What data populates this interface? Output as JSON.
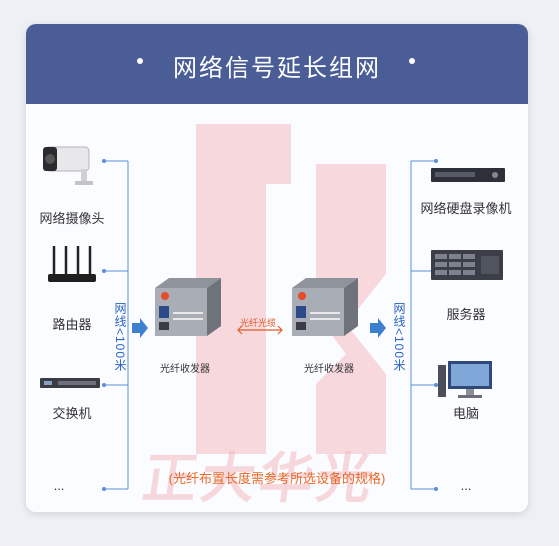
{
  "header": {
    "title": "网络信号延长组网"
  },
  "left_devices": [
    {
      "label": "网络摄像头",
      "icon": "ip-camera-icon"
    },
    {
      "label": "路由器",
      "icon": "router-icon"
    },
    {
      "label": "交换机",
      "icon": "switch-icon"
    },
    {
      "label": "...",
      "icon": ""
    }
  ],
  "right_devices": [
    {
      "label": "网络硬盘录像机",
      "icon": "nvr-icon"
    },
    {
      "label": "服务器",
      "icon": "server-icon"
    },
    {
      "label": "电脑",
      "icon": "computer-icon"
    },
    {
      "label": "...",
      "icon": ""
    }
  ],
  "left_cable_text": "网线<100米",
  "right_cable_text": "网线<100米",
  "transceiver_label_left": "光纤收发器",
  "transceiver_label_right": "光纤收发器",
  "fiber_label": "光纤光缆",
  "note": "(光纤布置长度需参考所选设备的规格)",
  "watermark": "正大华光",
  "colors": {
    "header": "#4b5d96",
    "accent": "#2a63c4",
    "note": "#e86a2a"
  }
}
